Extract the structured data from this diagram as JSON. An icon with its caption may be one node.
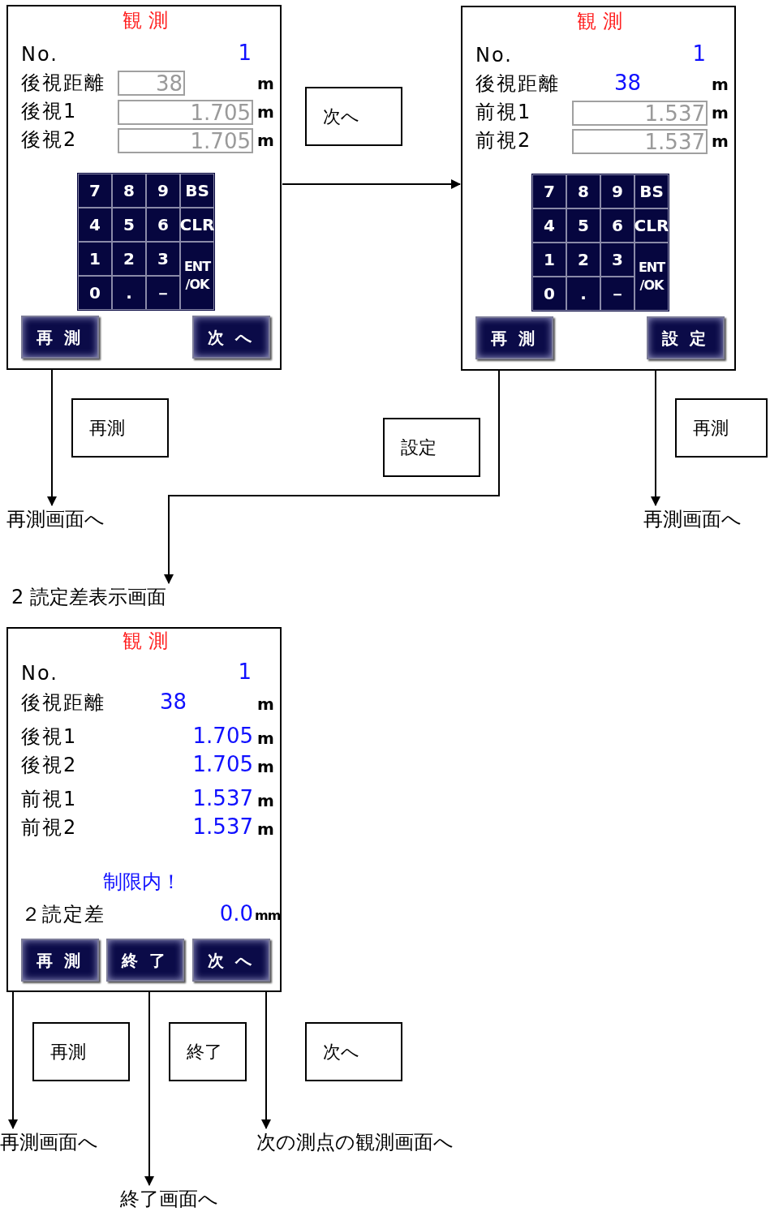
{
  "diagram": {
    "nodes": [
      {
        "text": [
          "観 測",
          "No.",
          "1",
          "後視距離",
          "38",
          "m",
          "後視1",
          "1.705",
          "m",
          "後視2",
          "1.705",
          "m"
        ]
      },
      {
        "text": [
          "7",
          "8",
          "9",
          "BS",
          "4",
          "5",
          "6",
          "CLR",
          "1",
          "2",
          "3",
          "ENT /OK",
          "0",
          ".",
          "－"
        ],
        "in": 0
      },
      {
        "text": [
          "再 測"
        ],
        "in": 0
      },
      {
        "text": [
          "次 へ"
        ],
        "in": 0
      },
      {
        "text": [
          "観 測",
          "No.",
          "1",
          "後視距離",
          "38",
          "m",
          "前視1",
          "1.537",
          "m",
          "前視2",
          "1.537",
          "m"
        ]
      },
      {
        "text": [
          "7",
          "8",
          "9",
          "BS",
          "4",
          "5",
          "6",
          "CLR",
          "1",
          "2",
          "3",
          "ENT /OK",
          "0",
          ".",
          "－"
        ],
        "in": 4
      },
      {
        "text": [
          "再 測"
        ],
        "in": 4
      },
      {
        "text": [
          "設 定"
        ],
        "in": 4
      },
      {
        "text": [
          "次へ"
        ]
      },
      {
        "text": [
          "再測"
        ]
      },
      {
        "text": [
          "再測画面へ"
        ]
      },
      {
        "text": [
          "設定"
        ]
      },
      {
        "text": [
          "2 読定差表示画面"
        ]
      },
      {
        "text": [
          "再測"
        ]
      },
      {
        "text": [
          "再測画面へ"
        ]
      },
      {
        "text": [
          "観 測",
          "No.",
          "1",
          "後視距離",
          "38",
          "m",
          "後視1",
          "1.705",
          "m",
          "後視2",
          "1.705",
          "m",
          "前視1",
          "1.537",
          "m",
          "前視2",
          "1.537",
          "m",
          "制限内！",
          "２読定差",
          "0.0",
          "mm"
        ]
      },
      {
        "text": [
          "再 測"
        ],
        "in": 15
      },
      {
        "text": [
          "終 了"
        ],
        "in": 15
      },
      {
        "text": [
          "次 へ"
        ],
        "in": 15
      },
      {
        "text": [
          "再測"
        ]
      },
      {
        "text": [
          "終了"
        ]
      },
      {
        "text": [
          "次へ"
        ]
      },
      {
        "text": [
          "再測画面へ"
        ]
      },
      {
        "text": [
          "終了画面へ"
        ]
      },
      {
        "text": [
          "次の測点の観測画面へ"
        ]
      }
    ],
    "edges": [
      {
        "from": 0,
        "to": 4,
        "arrow": "to"
      },
      {
        "from": 0,
        "to": 10,
        "arrow": "to"
      },
      {
        "from": 4,
        "to": 12,
        "arrow": "to"
      },
      {
        "from": 4,
        "to": 14,
        "arrow": "to"
      },
      {
        "from": 15,
        "to": 22,
        "arrow": "to"
      },
      {
        "from": 15,
        "to": 23,
        "arrow": "to"
      },
      {
        "from": 15,
        "to": 24,
        "arrow": "to"
      }
    ]
  }
}
